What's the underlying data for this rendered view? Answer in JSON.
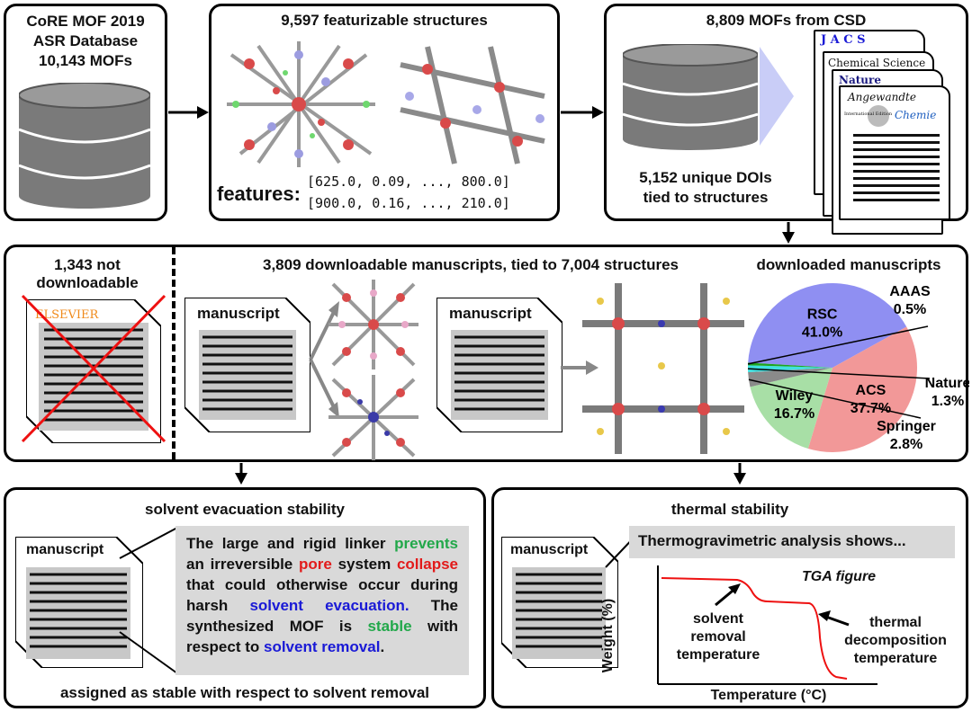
{
  "top": {
    "panel1": {
      "line1": "CoRE MOF 2019",
      "line2": "ASR Database",
      "line3": "10,143 MOFs"
    },
    "panel2": {
      "title": "9,597 featurizable structures",
      "features_label": "features:",
      "vector1": "[625.0, 0.09, ..., 800.0]",
      "vector2": "[900.0, 0.16, ..., 210.0]"
    },
    "panel3": {
      "title": "8,809 MOFs from CSD",
      "dois_line1": "5,152 unique DOIs",
      "dois_line2": "tied to structures",
      "journals": [
        "J A C S",
        "Chemical Science",
        "Nature",
        "Angewandte",
        "International Edition",
        "Chemie"
      ]
    }
  },
  "middle": {
    "not_downloadable_line1": "1,343 not",
    "not_downloadable_line2": "downloadable",
    "elsevier": "ELSEVIER",
    "title": "3,809 downloadable manuscripts, tied to 7,004 structures",
    "manuscript_label": "manuscript",
    "pie_title": "downloaded manuscripts"
  },
  "bottom_left": {
    "title": "solvent evacuation stability",
    "manuscript_label": "manuscript",
    "text_parts": [
      {
        "t": "The large and rigid linker ",
        "c": ""
      },
      {
        "t": "prevents",
        "c": "green"
      },
      {
        "t": " an irreversible ",
        "c": ""
      },
      {
        "t": "pore",
        "c": "red"
      },
      {
        "t": " system ",
        "c": ""
      },
      {
        "t": "collapse",
        "c": "red"
      },
      {
        "t": " that could otherwise occur during harsh ",
        "c": ""
      },
      {
        "t": "solvent evacuation.",
        "c": "blue"
      },
      {
        "t": " The synthesized MOF is ",
        "c": ""
      },
      {
        "t": "stable",
        "c": "green"
      },
      {
        "t": " with respect to ",
        "c": ""
      },
      {
        "t": "solvent removal",
        "c": "blue"
      },
      {
        "t": ".",
        "c": ""
      }
    ],
    "footer": "assigned as stable with respect to solvent removal"
  },
  "bottom_right": {
    "title": "thermal stability",
    "manuscript_label": "manuscript",
    "tga_text": "Thermogravimetric analysis shows...",
    "tga_figure_label": "TGA figure",
    "ylabel": "Weight (%)",
    "xlabel": "Temperature (°C)",
    "anno1": [
      "solvent",
      "removal",
      "temperature"
    ],
    "anno2": [
      "thermal",
      "decomposition",
      "temperature"
    ]
  },
  "chart_data": {
    "type": "pie",
    "title": "downloaded manuscripts",
    "categories": [
      "RSC",
      "ACS",
      "Wiley",
      "Springer",
      "Nature",
      "AAAS"
    ],
    "labels": [
      "RSC",
      "ACS",
      "Wiley",
      "Springer",
      "Nature",
      "AAAS"
    ],
    "value_labels": [
      "41.0%",
      "37.7%",
      "16.7%",
      "2.8%",
      "1.3%",
      "0.5%"
    ],
    "values": [
      41.0,
      37.7,
      16.7,
      2.8,
      1.3,
      0.5
    ],
    "colors": [
      "#8f8ff2",
      "#f29898",
      "#a8dfa6",
      "#8a8a8a",
      "#3fe0e0",
      "#1fa31f"
    ]
  }
}
